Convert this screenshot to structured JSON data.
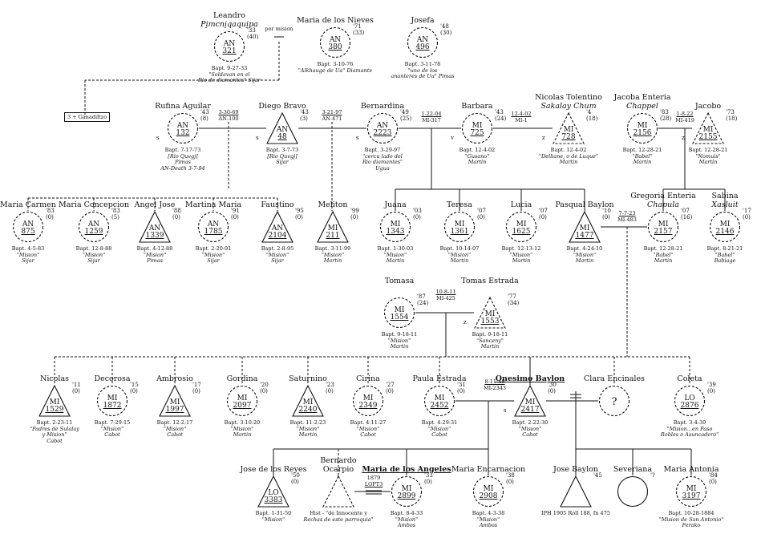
{
  "people": [
    {
      "id": "leandro",
      "name": "Leandro",
      "name2": "Pi̠mcni̠qaqui̠pa",
      "name2_italic": true,
      "shape": "circle",
      "abbr": "AN",
      "num": "321",
      "age1": "'33",
      "age2": "(40)",
      "info": [
        "Bapt. 9-27-33",
        "\"Soldavan en el",
        "Rio de diamantes\" Sijar"
      ],
      "sex": ""
    },
    {
      "id": "mnieves",
      "name": "Maria de los Nieves",
      "shape": "circle",
      "abbr": "AN",
      "num": "380",
      "age1": "'71",
      "age2": "(33)",
      "info": [
        "Bapt. 3-10-76",
        "\"Alkhauge de Ua\" Diamante"
      ],
      "sex": ""
    },
    {
      "id": "josefa",
      "name": "Josefa",
      "shape": "circle",
      "abbr": "AN",
      "num": "496",
      "age1": "'48",
      "age2": "(30)",
      "info": [
        "Bapt. 3-11-78",
        "\"uno de los",
        "ananteres de Ua\" Pimas"
      ],
      "sex": ""
    },
    {
      "id": "rufina",
      "name": "Rufina Aguilar",
      "shape": "circle",
      "abbr": "AN",
      "num": "132",
      "age1": "'43",
      "age2": "(8)",
      "info": [
        "Bapt. 7-17-73",
        "[Rio Quvgj]",
        "Pimas",
        "AN-Death 3-7-94"
      ],
      "sex": "s"
    },
    {
      "id": "diego",
      "name": "Diego Bravo",
      "shape": "triangle",
      "solid": true,
      "abbr": "AN",
      "num": "48",
      "age1": "'43",
      "age2": "(3)",
      "info": [
        "Bapt. 3-7-73",
        "[Rio Quvgj]",
        "Sijar"
      ],
      "sex": "s"
    },
    {
      "id": "bernardina",
      "name": "Bernardina",
      "shape": "circle",
      "abbr": "AN",
      "num": "2223",
      "age1": "'49",
      "age2": "(25)",
      "info": [
        "Bapt. 3-29-97",
        "\"cercu lado del",
        "Rio diamantes\"",
        "Ugua"
      ],
      "sex": "s"
    },
    {
      "id": "barbara",
      "name": "Barbara",
      "shape": "circle",
      "abbr": "MI",
      "num": "725",
      "age1": "'43",
      "age2": "(24)",
      "info": [
        "Bapt. 12-4-02",
        "\"Gusano\"",
        "Martin"
      ],
      "sex": "v"
    },
    {
      "id": "nicolasT",
      "name": "Nicolas Tolentino",
      "name2": "Sakalay Chum",
      "name2_italic": true,
      "shape": "triangle",
      "abbr": "MI",
      "num": "728",
      "age1": "'4",
      "age2": "(18)",
      "info": [
        "Bapt. 12-4-02",
        "\"Delliane, o de Luque\"",
        "Martin"
      ],
      "sex": "z"
    },
    {
      "id": "jacobaE",
      "name": "Jacoba Enteria",
      "name2": "Chappel",
      "name2_italic": true,
      "shape": "circle",
      "abbr": "MI",
      "num": "2156",
      "age1": "'83",
      "age2": "(28)",
      "info": [
        "Bapt. 12-28-21",
        "\"Babel\"",
        "Martin"
      ],
      "sex": ""
    },
    {
      "id": "jacobo",
      "name": "Jacobo",
      "shape": "triangle",
      "abbr": "MI",
      "num": "2155",
      "age1": "'73",
      "age2": "(18)",
      "info": [
        "Bapt. 12-28-21",
        "\"Nomuis\"",
        "Martin"
      ],
      "sex": "z"
    },
    {
      "id": "mcarmen",
      "name": "Maria Carmen",
      "shape": "circle",
      "abbr": "AN",
      "num": "875",
      "age1": "'83",
      "age2": "(0)",
      "info": [
        "Bapt. 4-5-83",
        "\"Mision\"",
        "Sijar"
      ],
      "sex": ""
    },
    {
      "id": "mconcep",
      "name": "Maria Concepcion",
      "shape": "circle",
      "abbr": "AN",
      "num": "1259",
      "age1": "'83",
      "age2": "(5)",
      "info": [
        "Bapt. 12-8-88",
        "\"Mision\"",
        "Sijar"
      ],
      "sex": ""
    },
    {
      "id": "angel",
      "name": "Angel Jose",
      "shape": "triangle",
      "solid": true,
      "abbr": "AN",
      "num": "1339",
      "age1": "'88",
      "age2": "(0)",
      "info": [
        "Bapt. 4-12-88",
        "\"Mision\"",
        "Pimas"
      ],
      "sex": ""
    },
    {
      "id": "martina",
      "name": "Martina Maria",
      "shape": "circle",
      "abbr": "AN",
      "num": "1785",
      "age1": "'91",
      "age2": "(0)",
      "info": [
        "Bapt. 2-20-91",
        "\"Mision\"",
        "Sijar"
      ],
      "sex": ""
    },
    {
      "id": "faustino",
      "name": "Faustino",
      "shape": "triangle",
      "solid": true,
      "abbr": "AN",
      "num": "2104",
      "age1": "'95",
      "age2": "(0)",
      "info": [
        "Bapt. 2-8-95",
        "\"Mision\"",
        "Sijar"
      ],
      "sex": ""
    },
    {
      "id": "meliton",
      "name": "Meliton",
      "shape": "triangle",
      "solid": true,
      "abbr": "MI",
      "num": "211",
      "age1": "'99",
      "age2": "(0)",
      "info": [
        "Bapt. 3-11-99",
        "\"Mision\"",
        "Martin"
      ],
      "sex": ""
    },
    {
      "id": "juana",
      "name": "Juana",
      "shape": "circle",
      "abbr": "MI",
      "num": "1343",
      "age1": "'03",
      "age2": "(0)",
      "info": [
        "Bapt. 1-30-03",
        "\"Mision\"",
        "Martin"
      ],
      "sex": ""
    },
    {
      "id": "teresa",
      "name": "Teresa",
      "shape": "circle",
      "abbr": "MI",
      "num": "1361",
      "age1": "'07",
      "age2": "(0)",
      "info": [
        "Bapt. 10-14-07",
        "\"Mision\"",
        "Martin"
      ],
      "sex": ""
    },
    {
      "id": "lucia",
      "name": "Lucia",
      "shape": "circle",
      "abbr": "MI",
      "num": "1625",
      "age1": "'07",
      "age2": "(0)",
      "info": [
        "Bapt. 12-13-12",
        "\"Mision\"",
        "Martin"
      ],
      "sex": ""
    },
    {
      "id": "pasqual",
      "name": "Pasqual Baylon",
      "shape": "triangle",
      "solid": true,
      "abbr": "MI",
      "num": "1477",
      "age1": "'10",
      "age2": "(0)",
      "info": [
        "Bapt. 4-24-10",
        "\"Mision\"",
        "Martin"
      ],
      "sex": ""
    },
    {
      "id": "gregoria",
      "name": "Gregoria Enteria",
      "name2": "Chapula",
      "name2_italic": true,
      "shape": "circle",
      "abbr": "MI",
      "num": "2157",
      "age1": "'07",
      "age2": "(16)",
      "info": [
        "Bapt. 12-28-21",
        "\"Babel\"",
        "Martin"
      ],
      "sex": ""
    },
    {
      "id": "sabina",
      "name": "Sabina",
      "name2": "Xasluit",
      "name2_italic": true,
      "shape": "circle",
      "abbr": "MI",
      "num": "2146",
      "age1": "'17",
      "age2": "(0)",
      "info": [
        "Bapt. 8-21-21",
        "\"Babel\"",
        "Babiage"
      ],
      "sex": ""
    },
    {
      "id": "tomasa",
      "name": "Tomasa",
      "shape": "circle",
      "abbr": "MI",
      "num": "1554",
      "age1": "'87",
      "age2": "(24)",
      "info": [
        "Bapt. 9-18-11",
        "\"Mision\"",
        "Martin"
      ],
      "sex": ""
    },
    {
      "id": "tomasE",
      "name": "Tomas Estrada",
      "shape": "triangle",
      "abbr": "MI",
      "num": "1553",
      "age1": "'77",
      "age2": "(34)",
      "info": [
        "Bapt. 9-18-11",
        "\"Sanceny\"",
        "Martin"
      ],
      "sex": "z"
    },
    {
      "id": "nicolas",
      "name": "Nicolas",
      "shape": "triangle",
      "solid": true,
      "abbr": "MI",
      "num": "1529",
      "age1": "'11",
      "age2": "(0)",
      "info": [
        "Bapt. 2-23-11",
        "\"Padres de Sulalay",
        "y Mision\"",
        "Cabot"
      ],
      "sex": ""
    },
    {
      "id": "decoroso",
      "name": "Decorosa",
      "shape": "circle",
      "abbr": "MI",
      "num": "1872",
      "age1": "'15",
      "age2": "(0)",
      "info": [
        "Bapt. 7-29-15",
        "\"Mision\"",
        "Cabot"
      ],
      "sex": ""
    },
    {
      "id": "ambrosio",
      "name": "Ambrosio",
      "shape": "triangle",
      "solid": true,
      "abbr": "MI",
      "num": "1997",
      "age1": "'17",
      "age2": "(0)",
      "info": [
        "Bapt. 12-2-17",
        "\"Mision\"",
        "Cabot"
      ],
      "sex": ""
    },
    {
      "id": "gordina",
      "name": "Gordina",
      "shape": "circle",
      "abbr": "MI",
      "num": "2097",
      "age1": "'20",
      "age2": "(0)",
      "info": [
        "Bapt. 3-10-20",
        "\"Mision\"",
        "Martin"
      ],
      "sex": ""
    },
    {
      "id": "saturnino",
      "name": "Saturnino",
      "shape": "triangle",
      "solid": true,
      "abbr": "MI",
      "num": "2240",
      "age1": "'23",
      "age2": "(0)",
      "info": [
        "Bapt. 11-2-23",
        "\"Mision\"",
        "Martin"
      ],
      "sex": ""
    },
    {
      "id": "cirina",
      "name": "Cirina",
      "shape": "circle",
      "abbr": "MI",
      "num": "2349",
      "age1": "'27",
      "age2": "(0)",
      "info": [
        "Bapt. 4-11-27",
        "\"Mision\"",
        "Cabot"
      ],
      "sex": ""
    },
    {
      "id": "paula",
      "name": "Paula Estrada",
      "shape": "circle",
      "abbr": "MI",
      "num": "2452",
      "age1": "'31",
      "age2": "(0)",
      "info": [
        "Bapt. 4-29-31",
        "\"Mision\"",
        "Cabot"
      ],
      "sex": ""
    },
    {
      "id": "onesimo",
      "name": "Onesimo Baylon",
      "name_highlight": true,
      "shape": "triangle",
      "solid": true,
      "abbr": "MI",
      "num": "2417",
      "age1": "'30",
      "age2": "(0)",
      "info": [
        "Bapt. 2-22-30",
        "\"Mision\"",
        "Cabot"
      ],
      "sex": "s"
    },
    {
      "id": "clara",
      "name": "Clara Encinales",
      "shape": "circle",
      "unknown": true,
      "abbr": "",
      "num": "?",
      "age1": "",
      "age2": "",
      "info": [],
      "sex": ""
    },
    {
      "id": "coleta",
      "name": "Coleta",
      "shape": "circle",
      "abbr": "LO",
      "num": "2876",
      "age1": "'39",
      "age2": "(0)",
      "info": [
        "Bapt. 3-4-39",
        "\"Mision...en Paso",
        "Robles o Asuncadero\""
      ],
      "sex": ""
    },
    {
      "id": "josereyes",
      "name": "Jose de los Reyes",
      "shape": "triangle",
      "solid": true,
      "abbr": "LO",
      "num": "3383",
      "age1": "'50",
      "age2": "(0)",
      "info": [
        "Bapt. 1-31-50",
        "\"Mision\""
      ],
      "sex": ""
    },
    {
      "id": "bernardo",
      "name": "Bernardo",
      "name2": "Ocarpio",
      "shape": "triangle",
      "unknown": true,
      "abbr": "",
      "num": "",
      "age1": "",
      "age2": "",
      "info": [
        "Hist - \"de Innocente y",
        "Rechas de este parroquia\""
      ],
      "sex": ""
    },
    {
      "id": "mangeles",
      "name": "Maria de los Angeles",
      "name_highlight": true,
      "shape": "circle",
      "abbr": "MI",
      "num": "2899",
      "age1": "'33",
      "age2": "(0)",
      "info": [
        "Bapt. 8-4-33",
        "\"Mision\"",
        "Ambos"
      ],
      "sex": ""
    },
    {
      "id": "mencarn",
      "name": "Maria Encarnacion",
      "shape": "circle",
      "abbr": "MI",
      "num": "2908",
      "age1": "'38",
      "age2": "(0)",
      "info": [
        "Bapt. 4-3-38",
        "\"Mision\"",
        "Ambos"
      ],
      "sex": ""
    },
    {
      "id": "josebaylon",
      "name": "Jose Baylon",
      "shape": "triangle",
      "solid": true,
      "abbr": "",
      "num": "",
      "age1": "'45",
      "age2": "",
      "info": [
        "IPH 1905 Roll 188, fn 475"
      ],
      "sex": ""
    },
    {
      "id": "severiana",
      "name": "Severiana",
      "shape": "circle",
      "solid": true,
      "abbr": "",
      "num": "",
      "age1": "'?",
      "age2": "",
      "info": [],
      "sex": ""
    },
    {
      "id": "mantonia",
      "name": "Maria Antonia",
      "shape": "circle",
      "abbr": "MI",
      "num": "3197",
      "age1": "'84",
      "age2": "(0)",
      "info": [
        "Bapt. 10-28-1884",
        "\"Mision de San Antonio\"",
        "Ferako"
      ],
      "sex": ""
    }
  ],
  "marriages": [
    {
      "id": "m1",
      "lines": [
        "por mision"
      ],
      "under": []
    },
    {
      "id": "m2",
      "lines": [
        "3-30-69",
        "AN-100"
      ],
      "under": [
        0
      ]
    },
    {
      "id": "m3",
      "lines": [
        "3-21-97",
        "AN-471"
      ],
      "under": [
        0
      ]
    },
    {
      "id": "m4",
      "lines": [
        "1-22-04",
        "MI-317"
      ],
      "under": [
        0
      ]
    },
    {
      "id": "m5",
      "lines": [
        "12-4-02",
        "MI-1"
      ],
      "under": [
        0
      ]
    },
    {
      "id": "m6",
      "lines": [
        "1-8-22",
        "MI-419"
      ],
      "under": [
        0
      ]
    },
    {
      "id": "m7",
      "lines": [
        "7-7-23",
        "MI-483"
      ],
      "under": [
        0
      ]
    },
    {
      "id": "m8",
      "lines": [
        "10-8-11",
        "MI-425"
      ],
      "under": [
        0
      ]
    },
    {
      "id": "m9",
      "lines": [
        "8-11-48",
        "MI-2343"
      ],
      "under": [
        0
      ]
    },
    {
      "id": "m10",
      "lines": [
        "1879",
        "LOPT3"
      ],
      "under": [
        1
      ]
    }
  ],
  "note_box": "3 + Ganadiltzo",
  "colors": {
    "ink": "#111111",
    "background": "#ffffff"
  }
}
